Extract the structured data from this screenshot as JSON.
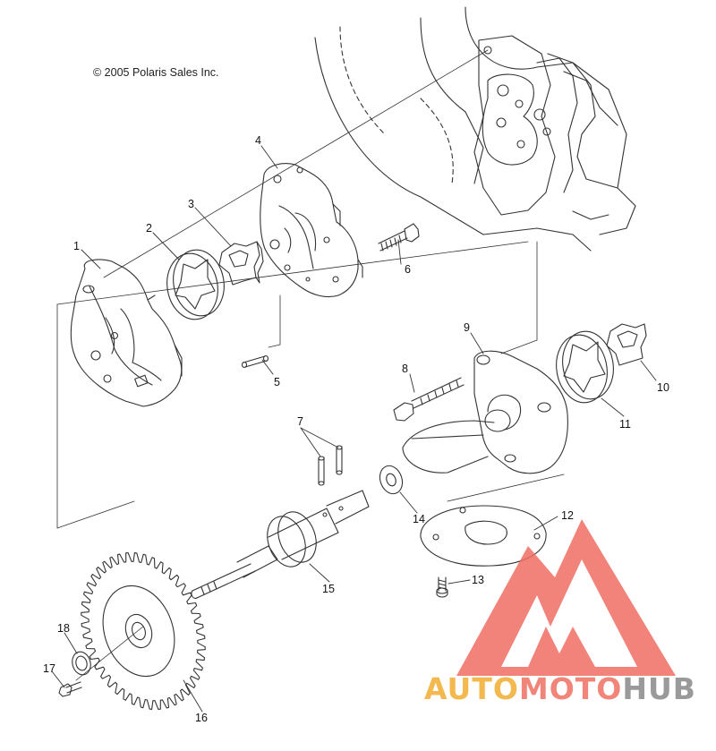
{
  "copyright": "© 2005 Polaris Sales Inc.",
  "callouts": [
    "1",
    "2",
    "3",
    "4",
    "5",
    "6",
    "7",
    "8",
    "9",
    "10",
    "11",
    "12",
    "13",
    "14",
    "15",
    "16",
    "17",
    "18"
  ],
  "watermark": {
    "part1": "AUTO",
    "part2": "MOTO",
    "part3": "HUB",
    "color1": "#f3b84e",
    "color2": "#f28579",
    "color3": "#9a9a9a",
    "logo_color": "#f06d63"
  }
}
